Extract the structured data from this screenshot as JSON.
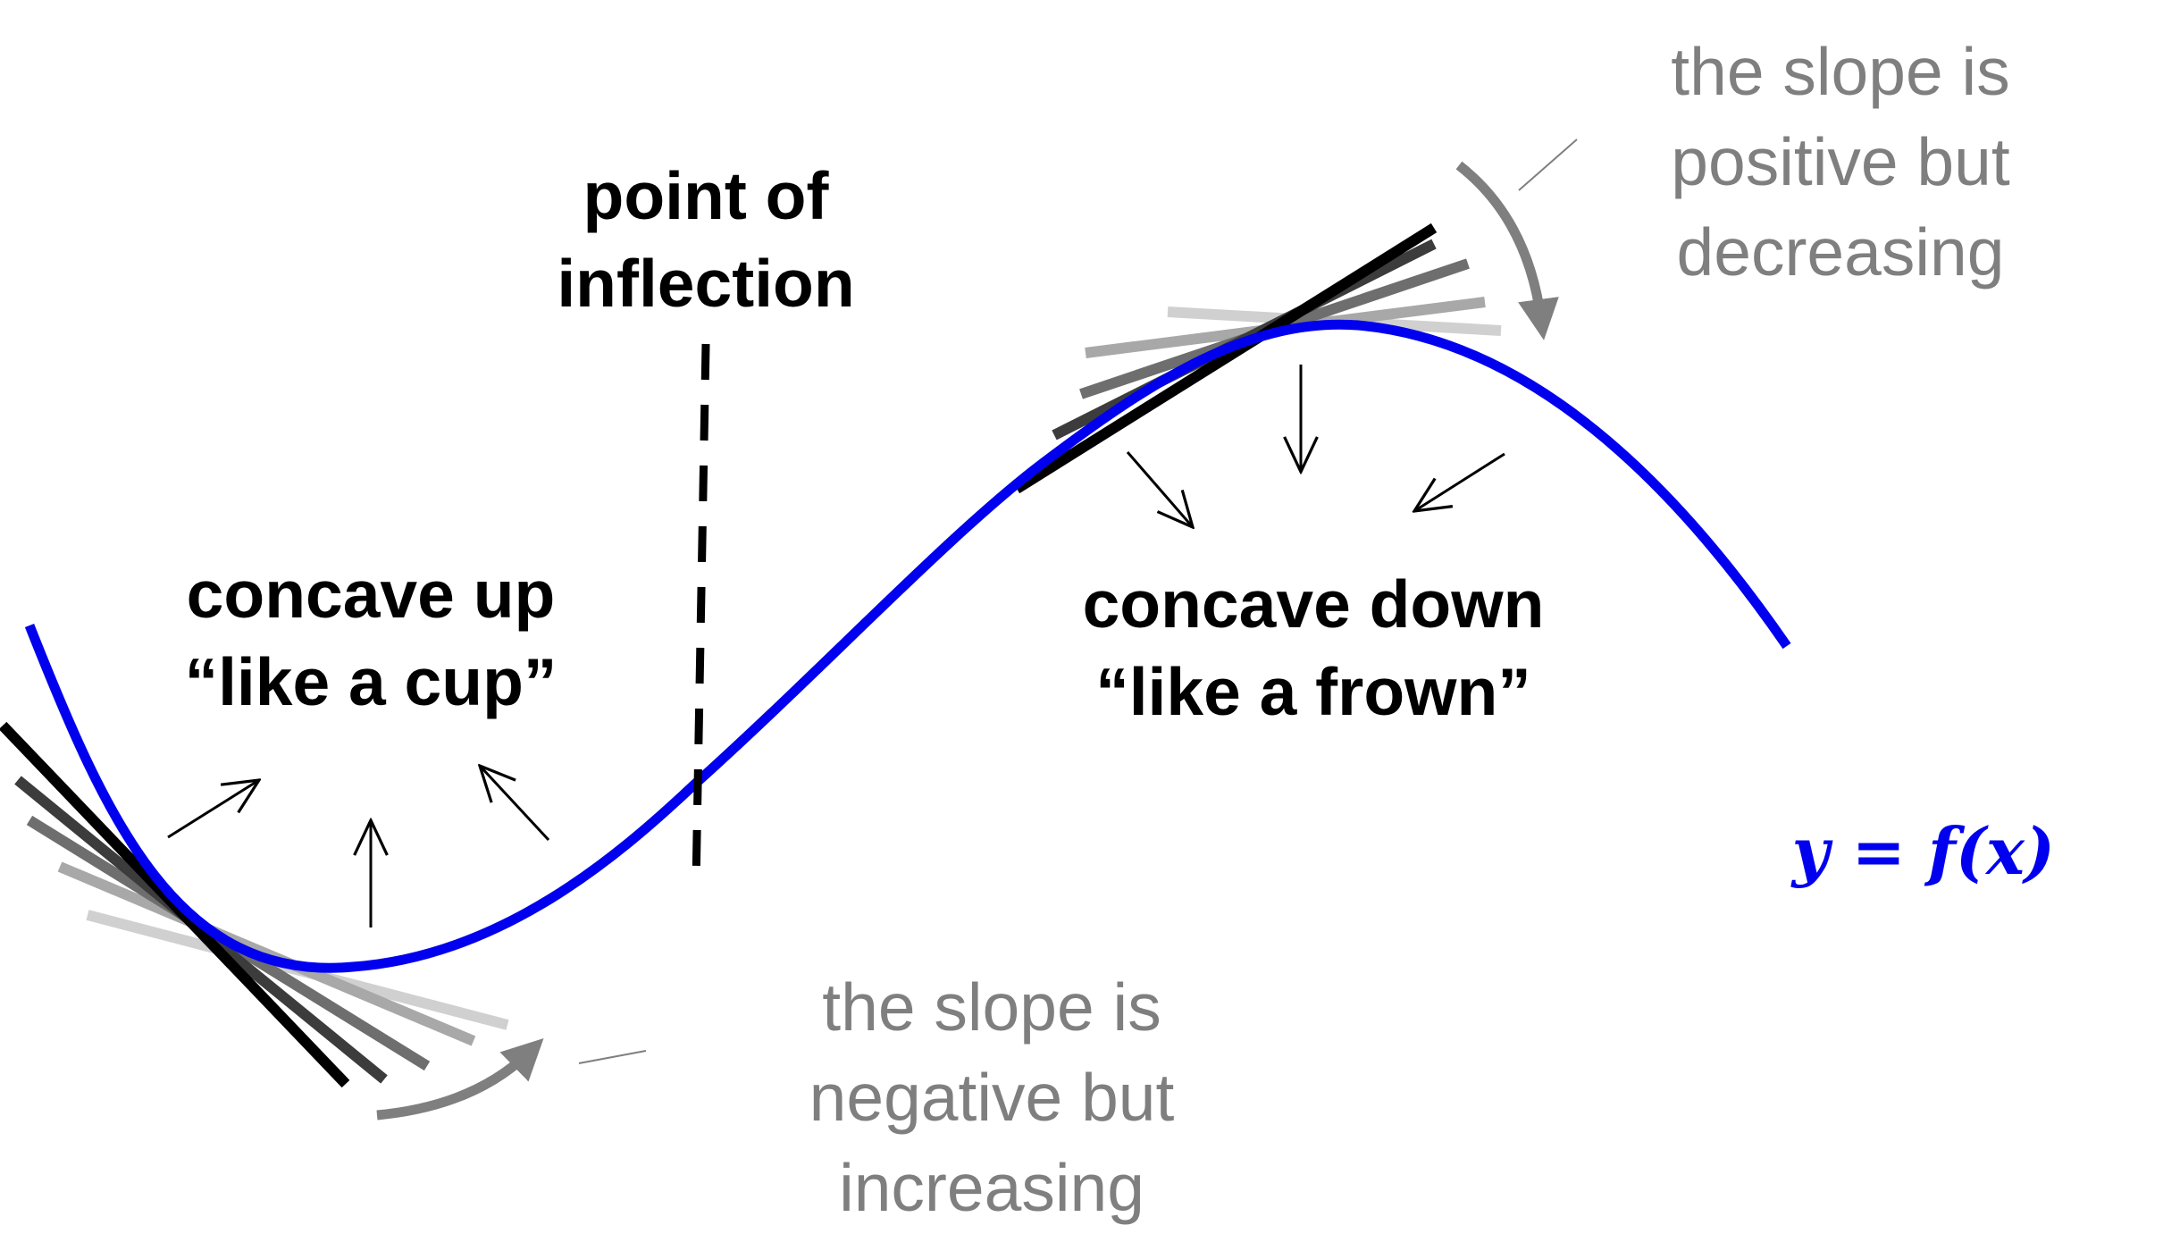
{
  "colors": {
    "curve": "#0000ee",
    "text": "#000000",
    "annotation": "#7f7f7f",
    "tangent_shades": [
      "#d0d0d0",
      "#a8a8a8",
      "#6e6e6e",
      "#3c3c3c",
      "#000000"
    ]
  },
  "labels": {
    "inflection": "point of\ninflection",
    "concave_up": "concave up\n“like a cup”",
    "concave_down": "concave down\n“like a frown”",
    "slope_negative": "the slope is\nnegative but\nincreasing",
    "slope_positive": "the slope is\npositive but\ndecreasing",
    "function": "y = f(x)"
  },
  "icons": {
    "direction_arrows": "thin-arrow-icon",
    "curved_arrows": "curved-arrow-icon"
  }
}
